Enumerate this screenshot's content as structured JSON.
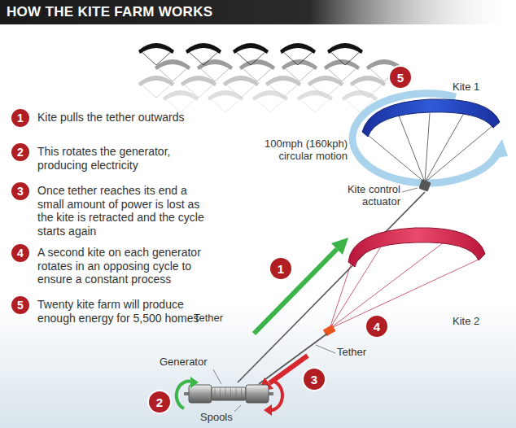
{
  "diagram": {
    "title": "HOW THE KITE FARM WORKS",
    "nodes": [
      {
        "text": [
          "1",
          "Kite pulls the tether outwards"
        ]
      },
      {
        "text": [
          "2",
          "This rotates the generator, producing electricity"
        ]
      },
      {
        "text": [
          "3",
          "Once tether reaches its end a small amount of power is lost as the kite is retracted and the cycle starts again"
        ]
      },
      {
        "text": [
          "4",
          "A second kite on each generator rotates in an opposing cycle to ensure a constant process"
        ]
      },
      {
        "text": [
          "5",
          "Twenty kite farm will produce enough energy for 5,500 homes"
        ]
      },
      {
        "text": [
          "5"
        ]
      },
      {
        "text": [
          "1"
        ]
      },
      {
        "text": [
          "4"
        ]
      },
      {
        "text": [
          "3"
        ]
      },
      {
        "text": [
          "2"
        ]
      }
    ],
    "labels": [
      "Kite 1",
      "100mph (160kph) circular motion",
      "Kite control actuator",
      "Tether",
      "Tether",
      "Kite 2",
      "Generator",
      "Spools"
    ]
  }
}
